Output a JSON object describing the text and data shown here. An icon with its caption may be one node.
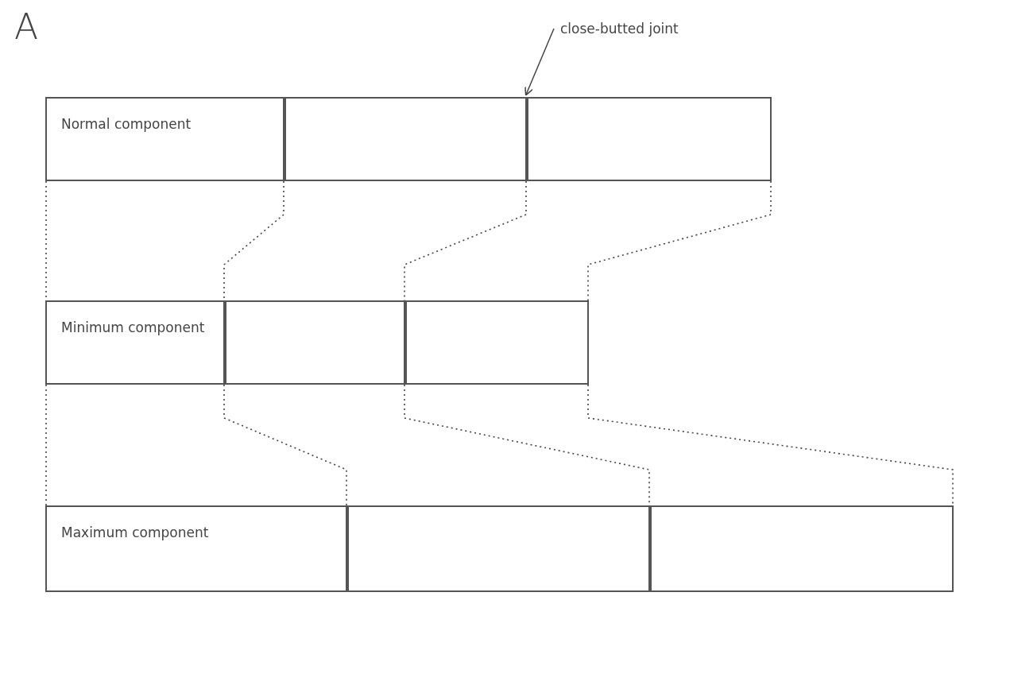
{
  "diagram": {
    "title": "A",
    "nodes": [
      {
        "text": [
          "Normal component"
        ]
      },
      {
        "text": [],
        "shape": "box"
      },
      {
        "text": [],
        "shape": "box"
      },
      {
        "text": [
          "Minimum component"
        ]
      },
      {
        "text": [],
        "shape": "box"
      },
      {
        "text": [],
        "shape": "box"
      },
      {
        "text": [
          "Maximum component"
        ]
      },
      {
        "text": [],
        "shape": "box"
      },
      {
        "text": [],
        "shape": "box"
      },
      {
        "text": [
          "close-butted joint"
        ]
      }
    ],
    "edges": [
      {
        "from": 0,
        "to": 3,
        "arrow": "none",
        "style": "dashed"
      },
      {
        "from": 0,
        "to": 3,
        "arrow": "none",
        "style": "dashed"
      },
      {
        "from": 1,
        "to": 4,
        "arrow": "none",
        "style": "dashed"
      },
      {
        "from": 2,
        "to": 5,
        "arrow": "none",
        "style": "dashed"
      },
      {
        "from": 3,
        "to": 6,
        "arrow": "none",
        "style": "dashed"
      },
      {
        "from": 3,
        "to": 6,
        "arrow": "none",
        "style": "dashed"
      },
      {
        "from": 4,
        "to": 7,
        "arrow": "none",
        "style": "dashed"
      },
      {
        "from": 5,
        "to": 8,
        "arrow": "none",
        "style": "dashed"
      },
      {
        "from": 9,
        "to": 1,
        "arrow": "to"
      }
    ]
  }
}
